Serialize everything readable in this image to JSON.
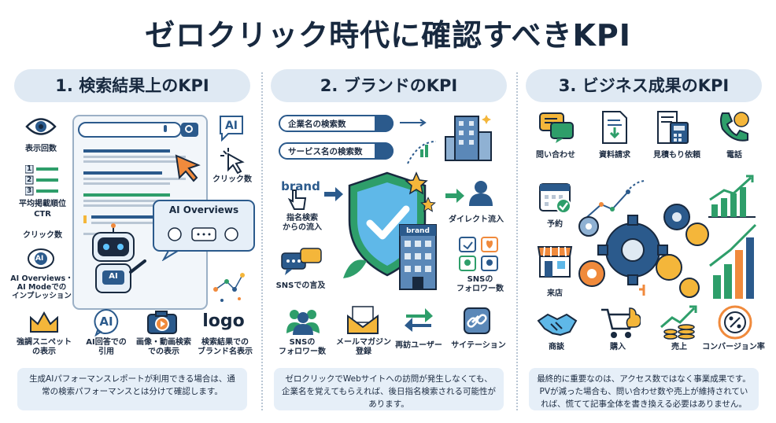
{
  "title": "ゼロクリック時代に確認すべきKPI",
  "col1": {
    "heading": "1. 検索結果上のKPI",
    "impressions": "表示回数",
    "rank_1": "1",
    "rank_2": "2",
    "rank_3": "3",
    "avg_rank": "平均掲載順位",
    "ctr": "CTR",
    "clicks": "クリック数",
    "ai_badge": "AI",
    "ai_overviews_impressions": "AI Overviews・\nAI Modeでの\nインプレッション",
    "ai_overviews": "AI Overviews",
    "robot_badge": "AI",
    "clicks_right": "クリック数",
    "ai_bubble": "AI",
    "snippet": "強調スニペット\nの表示",
    "ai_cite": "AI回答での\n引用",
    "media": "画像・動画検索\nでの表示",
    "logo": "logo",
    "brand_in_serp": "検索結果での\nブランド名表示",
    "note": "生成AIパフォーマンスレポートが利用できる場合は、通常の検索パフォーマンスとは分けて確認します。"
  },
  "col2": {
    "heading": "2. ブランドのKPI",
    "company_search": "企業名の検索数",
    "service_search": "サービス名の検索数",
    "brand_word": "brand",
    "branded_inflow": "指名検索\nからの流入",
    "direct": "ダイレクト流入",
    "building_brand": "brand",
    "sns_mentions": "SNSでの言及",
    "sns_followers_right": "SNSの\nフォロワー数",
    "sns_followers": "SNSの\nフォロワー数",
    "newsletter": "メールマガジン\n登録",
    "returning": "再訪ユーザー",
    "citations": "サイテーション",
    "note": "ゼロクリックでWebサイトへの訪問が発生しなくても、企業名を覚えてもらえれば、後日指名検索される可能性があります。"
  },
  "col3": {
    "heading": "3. ビジネス成果のKPI",
    "inquiry": "問い合わせ",
    "docs": "資料請求",
    "estimate": "見積もり依頼",
    "phone": "電話",
    "reservation": "予約",
    "visit": "来店",
    "meeting": "商談",
    "purchase": "購入",
    "sales": "売上",
    "cvr": "コンバージョン率",
    "note": "最終的に重要なのは、アクセス数ではなく事業成果です。PVが減った場合も、問い合わせ数や売上が維持されていれば、慌てて記事全体を書き換える必要はありません。"
  },
  "colors": {
    "navy": "#2b5a8c",
    "dark": "#18293f",
    "green": "#2e9e6a",
    "orange": "#f08a3c",
    "yellow": "#f4b63a",
    "light_blue": "#dfe9f3"
  }
}
